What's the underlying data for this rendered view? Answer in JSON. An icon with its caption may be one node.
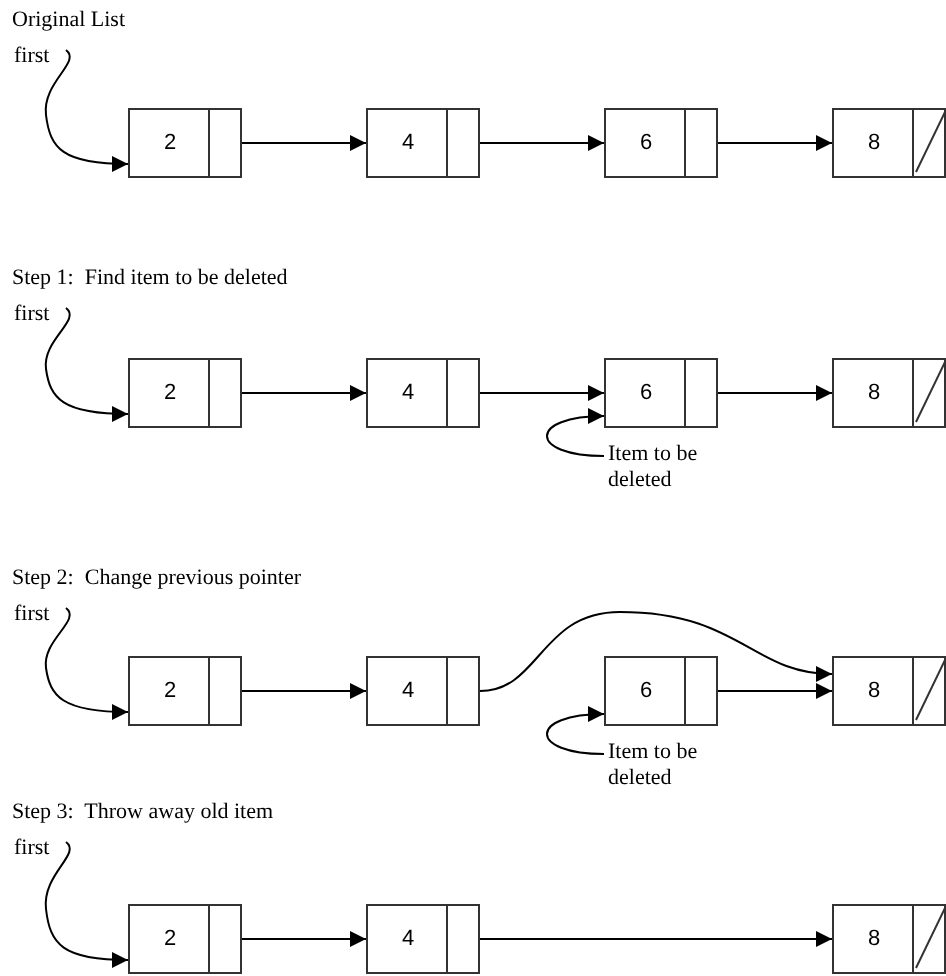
{
  "diagram": {
    "nodes": [
      {
        "text": [
          "first"
        ]
      },
      {
        "text": [
          "2"
        ]
      },
      {
        "text": [
          "4"
        ]
      },
      {
        "text": [
          "6"
        ]
      },
      {
        "text": [
          "8"
        ]
      },
      {
        "text": [
          "first"
        ]
      },
      {
        "text": [
          "2"
        ]
      },
      {
        "text": [
          "4"
        ]
      },
      {
        "text": [
          "6"
        ]
      },
      {
        "text": [
          "8"
        ]
      },
      {
        "text": [
          "Item to be deleted"
        ]
      },
      {
        "text": [
          "first"
        ]
      },
      {
        "text": [
          "2"
        ]
      },
      {
        "text": [
          "4"
        ]
      },
      {
        "text": [
          "6"
        ]
      },
      {
        "text": [
          "8"
        ]
      },
      {
        "text": [
          "Item to be deleted"
        ]
      },
      {
        "text": [
          "first"
        ]
      },
      {
        "text": [
          "2"
        ]
      },
      {
        "text": [
          "4"
        ]
      },
      {
        "text": [
          "8"
        ]
      }
    ],
    "edges": [
      {
        "from": 0,
        "to": 1,
        "arrow": "to"
      },
      {
        "from": 1,
        "to": 2,
        "arrow": "to"
      },
      {
        "from": 2,
        "to": 3,
        "arrow": "to"
      },
      {
        "from": 3,
        "to": 4,
        "arrow": "to"
      },
      {
        "from": 5,
        "to": 6,
        "arrow": "to"
      },
      {
        "from": 6,
        "to": 7,
        "arrow": "to"
      },
      {
        "from": 7,
        "to": 8,
        "arrow": "to"
      },
      {
        "from": 8,
        "to": 9,
        "arrow": "to"
      },
      {
        "from": 10,
        "to": 8,
        "arrow": "to"
      },
      {
        "from": 11,
        "to": 12,
        "arrow": "to"
      },
      {
        "from": 12,
        "to": 13,
        "arrow": "to"
      },
      {
        "from": 13,
        "to": 15,
        "arrow": "to"
      },
      {
        "from": 14,
        "to": 15,
        "arrow": "to"
      },
      {
        "from": 16,
        "to": 14,
        "arrow": "to"
      },
      {
        "from": 17,
        "to": 18,
        "arrow": "to"
      },
      {
        "from": 18,
        "to": 19,
        "arrow": "to"
      },
      {
        "from": 19,
        "to": 20,
        "arrow": "to"
      }
    ],
    "labels": [
      "Original List",
      "Step 1:  Find item to be deleted",
      "Step 2:  Change previous pointer",
      "Step 3:  Throw away old item"
    ]
  }
}
